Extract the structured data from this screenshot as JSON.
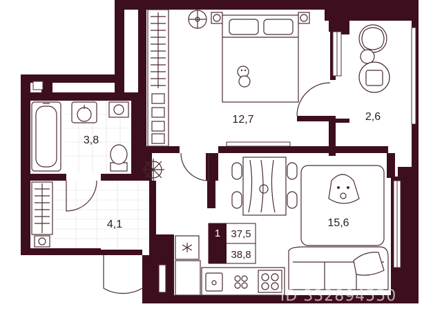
{
  "colors": {
    "wall": "#3d0f1e",
    "badge_bg": "#3d0f1e",
    "badge_text": "#3d1a22",
    "furniture_stroke": "#4a2b30"
  },
  "rooms": {
    "bedroom": {
      "area": "12,7"
    },
    "balcony": {
      "area": "2,6"
    },
    "bathroom": {
      "area": "3,8"
    },
    "hallway": {
      "area": "4,1"
    },
    "kitchen_living": {
      "area": "15,6"
    }
  },
  "badge": {
    "rooms_count": "1",
    "living_area": "37,5",
    "total_area": "38,8"
  },
  "watermark": {
    "text": "ID 332894550"
  },
  "icons": [
    "bed-icon",
    "plush-toy-icon",
    "ceiling-fan-icon",
    "wardrobe-icon",
    "armchair-icon",
    "round-table-icon",
    "bathtub-icon",
    "sink-icon",
    "toilet-icon",
    "washing-machine-icon",
    "plant-icon",
    "dining-table-icon",
    "chair-icon",
    "sofa-icon",
    "cushion-icon",
    "rug-icon",
    "fridge-icon",
    "stove-icon",
    "oven-icon",
    "kitchen-sink-icon",
    "radiator-icon"
  ]
}
